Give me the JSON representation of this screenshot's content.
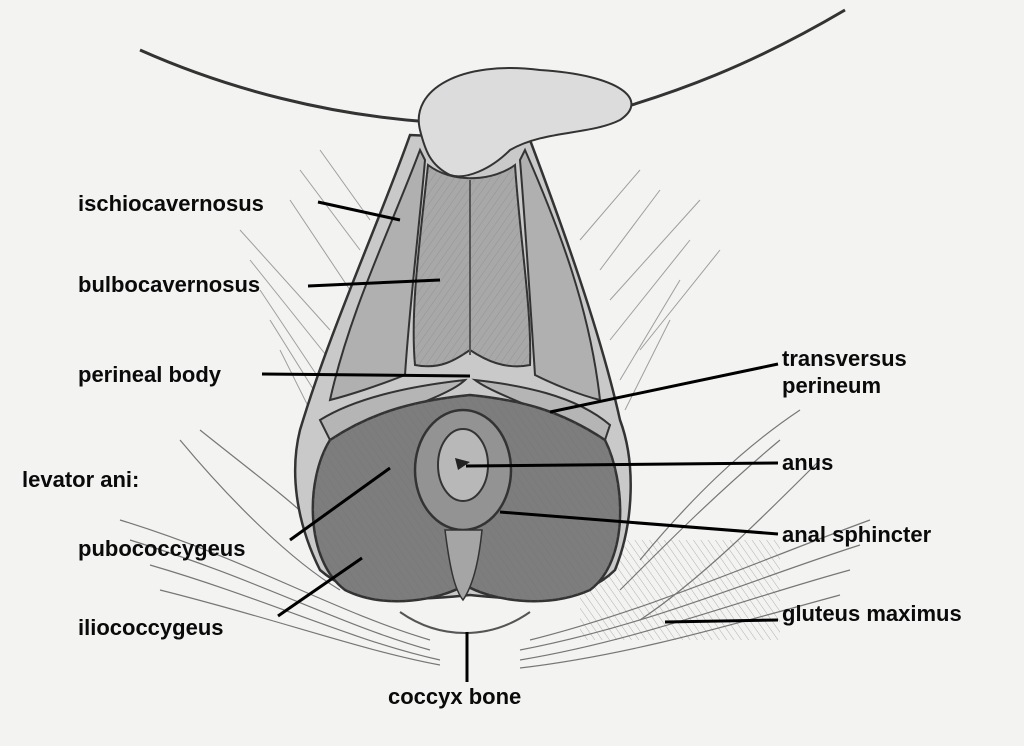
{
  "labels": {
    "ischiocavernosus": "ischiocavernosus",
    "bulbocavernosus": "bulbocavernosus",
    "perineal_body": "perineal body",
    "levator_ani": "levator ani:",
    "pubococcygeus": "pubococcygeus",
    "iliococcygeus": "iliococcygeus",
    "transversus_perineum_line1": "transversus",
    "transversus_perineum_line2": "perineum",
    "anus": "anus",
    "anal_sphincter": "anal sphincter",
    "gluteus_maximus": "gluteus maximus",
    "coccyx_bone": "coccyx bone"
  },
  "colors": {
    "background": "#f3f3f2",
    "muscle_light": "#b9b9b9",
    "muscle_mid": "#9d9d9d",
    "muscle_dark": "#7c7c7c",
    "outline": "#3a3a3a",
    "leader_line": "#000000"
  }
}
